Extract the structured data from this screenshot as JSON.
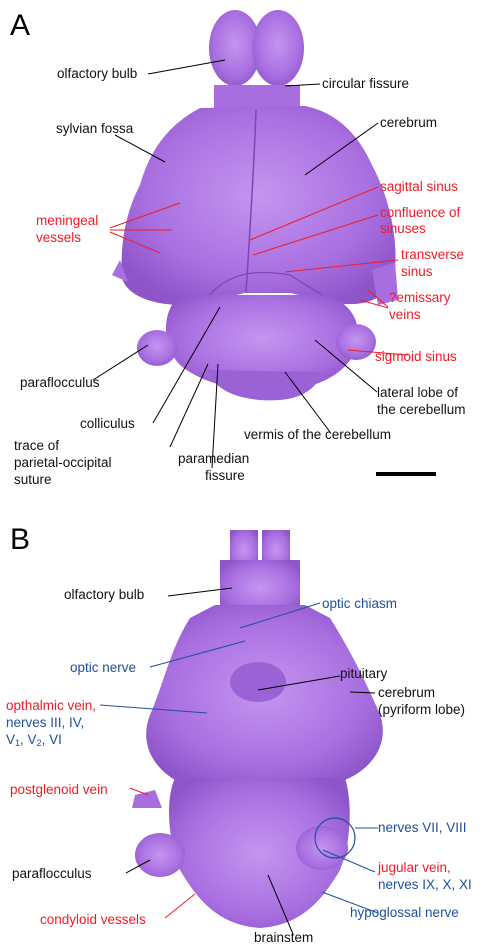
{
  "panel_a": {
    "letter": "A",
    "labels": {
      "olfactory_bulb": "olfactory bulb",
      "circular_fissure": "circular fissure",
      "cerebrum": "cerebrum",
      "sylvian_fossa": "sylvian fossa",
      "sagittal_sinus": "sagittal sinus",
      "confluence_1": "confluence of",
      "confluence_2": "sinuses",
      "meningeal_1": "meningeal",
      "meningeal_2": "vessels",
      "transverse_1": "transverse",
      "transverse_2": "sinus",
      "emissary_1": "?emissary",
      "emissary_2": "veins",
      "paraflocculus": "paraflocculus",
      "sigmoid_sinus": "sigmoid sinus",
      "colliculus": "colliculus",
      "lateral_lobe_1": "lateral lobe of",
      "lateral_lobe_2": "the cerebellum",
      "vermis": "vermis of the cerebellum",
      "trace_1": "trace of",
      "trace_2": "parietal-occipital",
      "trace_3": "suture",
      "paramedian_1": "paramedian",
      "paramedian_2": "fissure"
    }
  },
  "panel_b": {
    "letter": "B",
    "labels": {
      "olfactory_bulb": "olfactory bulb",
      "optic_chiasm": "optic chiasm",
      "optic_nerve": "optic nerve",
      "pituitary": "pituitary",
      "opthalmic_vein": "opthalmic vein,",
      "nerves_iii_iv": "nerves III, IV,",
      "v_prefix": "V",
      "v_sub1": "1",
      "v_comma1": ", V",
      "v_sub2": "2",
      "v_suffix": ", VI",
      "cerebrum_1": "cerebrum",
      "cerebrum_2": "(pyriform lobe)",
      "postglenoid_vein": "postglenoid vein",
      "nerves_vii_viii": "nerves VII, VIII",
      "paraflocculus": "paraflocculus",
      "jugular_vein": "jugular vein,",
      "nerves_ix": "nerves IX, X, XI",
      "condyloid_vessels": "condyloid vessels",
      "hypoglossal_nerve": "hypoglossal nerve",
      "brainstem": "brainstem"
    }
  },
  "colors": {
    "brain": "#b37ce8",
    "brain_dark": "#8f55c8",
    "brain_light": "#cda3f2",
    "red_label": "#ee1c25",
    "blue_label": "#1f4fa0"
  }
}
